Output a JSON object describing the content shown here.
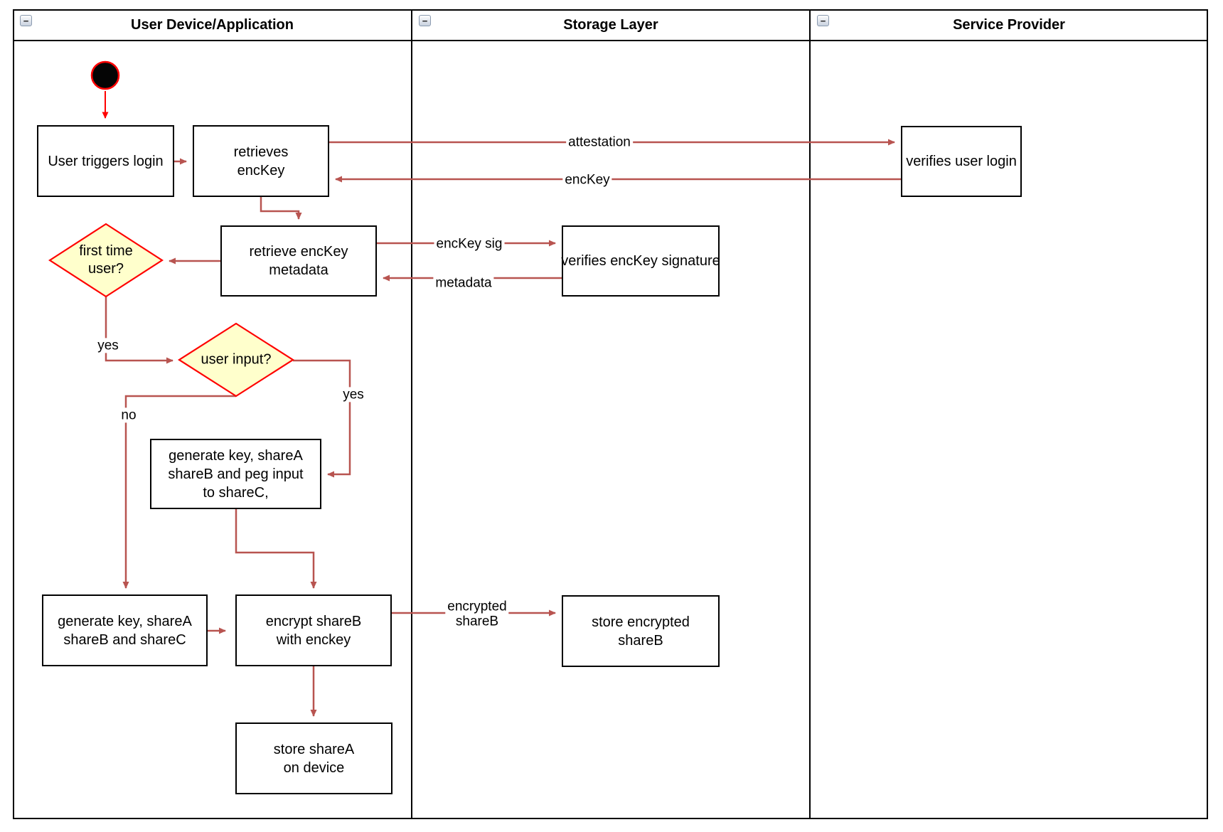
{
  "colors": {
    "arrow": "#B85450",
    "accent_red": "#FF0000",
    "diamond_fill": "#FFFFCC",
    "box_border": "#000000",
    "lane_border": "#000000",
    "ink": "#000000",
    "bg": "#FFFFFF"
  },
  "lanes": [
    {
      "title": "User Device/Application"
    },
    {
      "title": "Storage Layer"
    },
    {
      "title": "Service Provider"
    }
  ],
  "icons": {
    "collapse_glyph": "−"
  },
  "nodes": {
    "start": {
      "type": "initial-node"
    },
    "user_triggers_login": {
      "label": "User triggers login"
    },
    "retrieves_enckey": {
      "label": "retrieves\nencKey"
    },
    "verifies_user_login": {
      "label": "verifies user login"
    },
    "retrieve_enckey_metadata": {
      "label": "retrieve encKey\nmetadata"
    },
    "verifies_enckey_signature": {
      "label": "verifies encKey signature"
    },
    "first_time_user": {
      "label": "first time\nuser?"
    },
    "user_input": {
      "label": "user input?"
    },
    "generate_key_peg_input": {
      "label": "generate key, shareA\nshareB and peg input\nto shareC,"
    },
    "generate_key_sharec": {
      "label": "generate key, shareA\nshareB and shareC"
    },
    "encrypt_shareb": {
      "label": "encrypt shareB\nwith enckey"
    },
    "store_encrypted_shareb": {
      "label": "store encrypted\nshareB"
    },
    "store_sharea_on_device": {
      "label": "store shareA\non device"
    }
  },
  "edge_labels": {
    "attestation": "attestation",
    "enckey": "encKey",
    "enckey_sig": "encKey sig",
    "metadata": "metadata",
    "yes_first_time": "yes",
    "yes_user_input": "yes",
    "no_user_input": "no",
    "encrypted_shareb": "encrypted\nshareB"
  }
}
